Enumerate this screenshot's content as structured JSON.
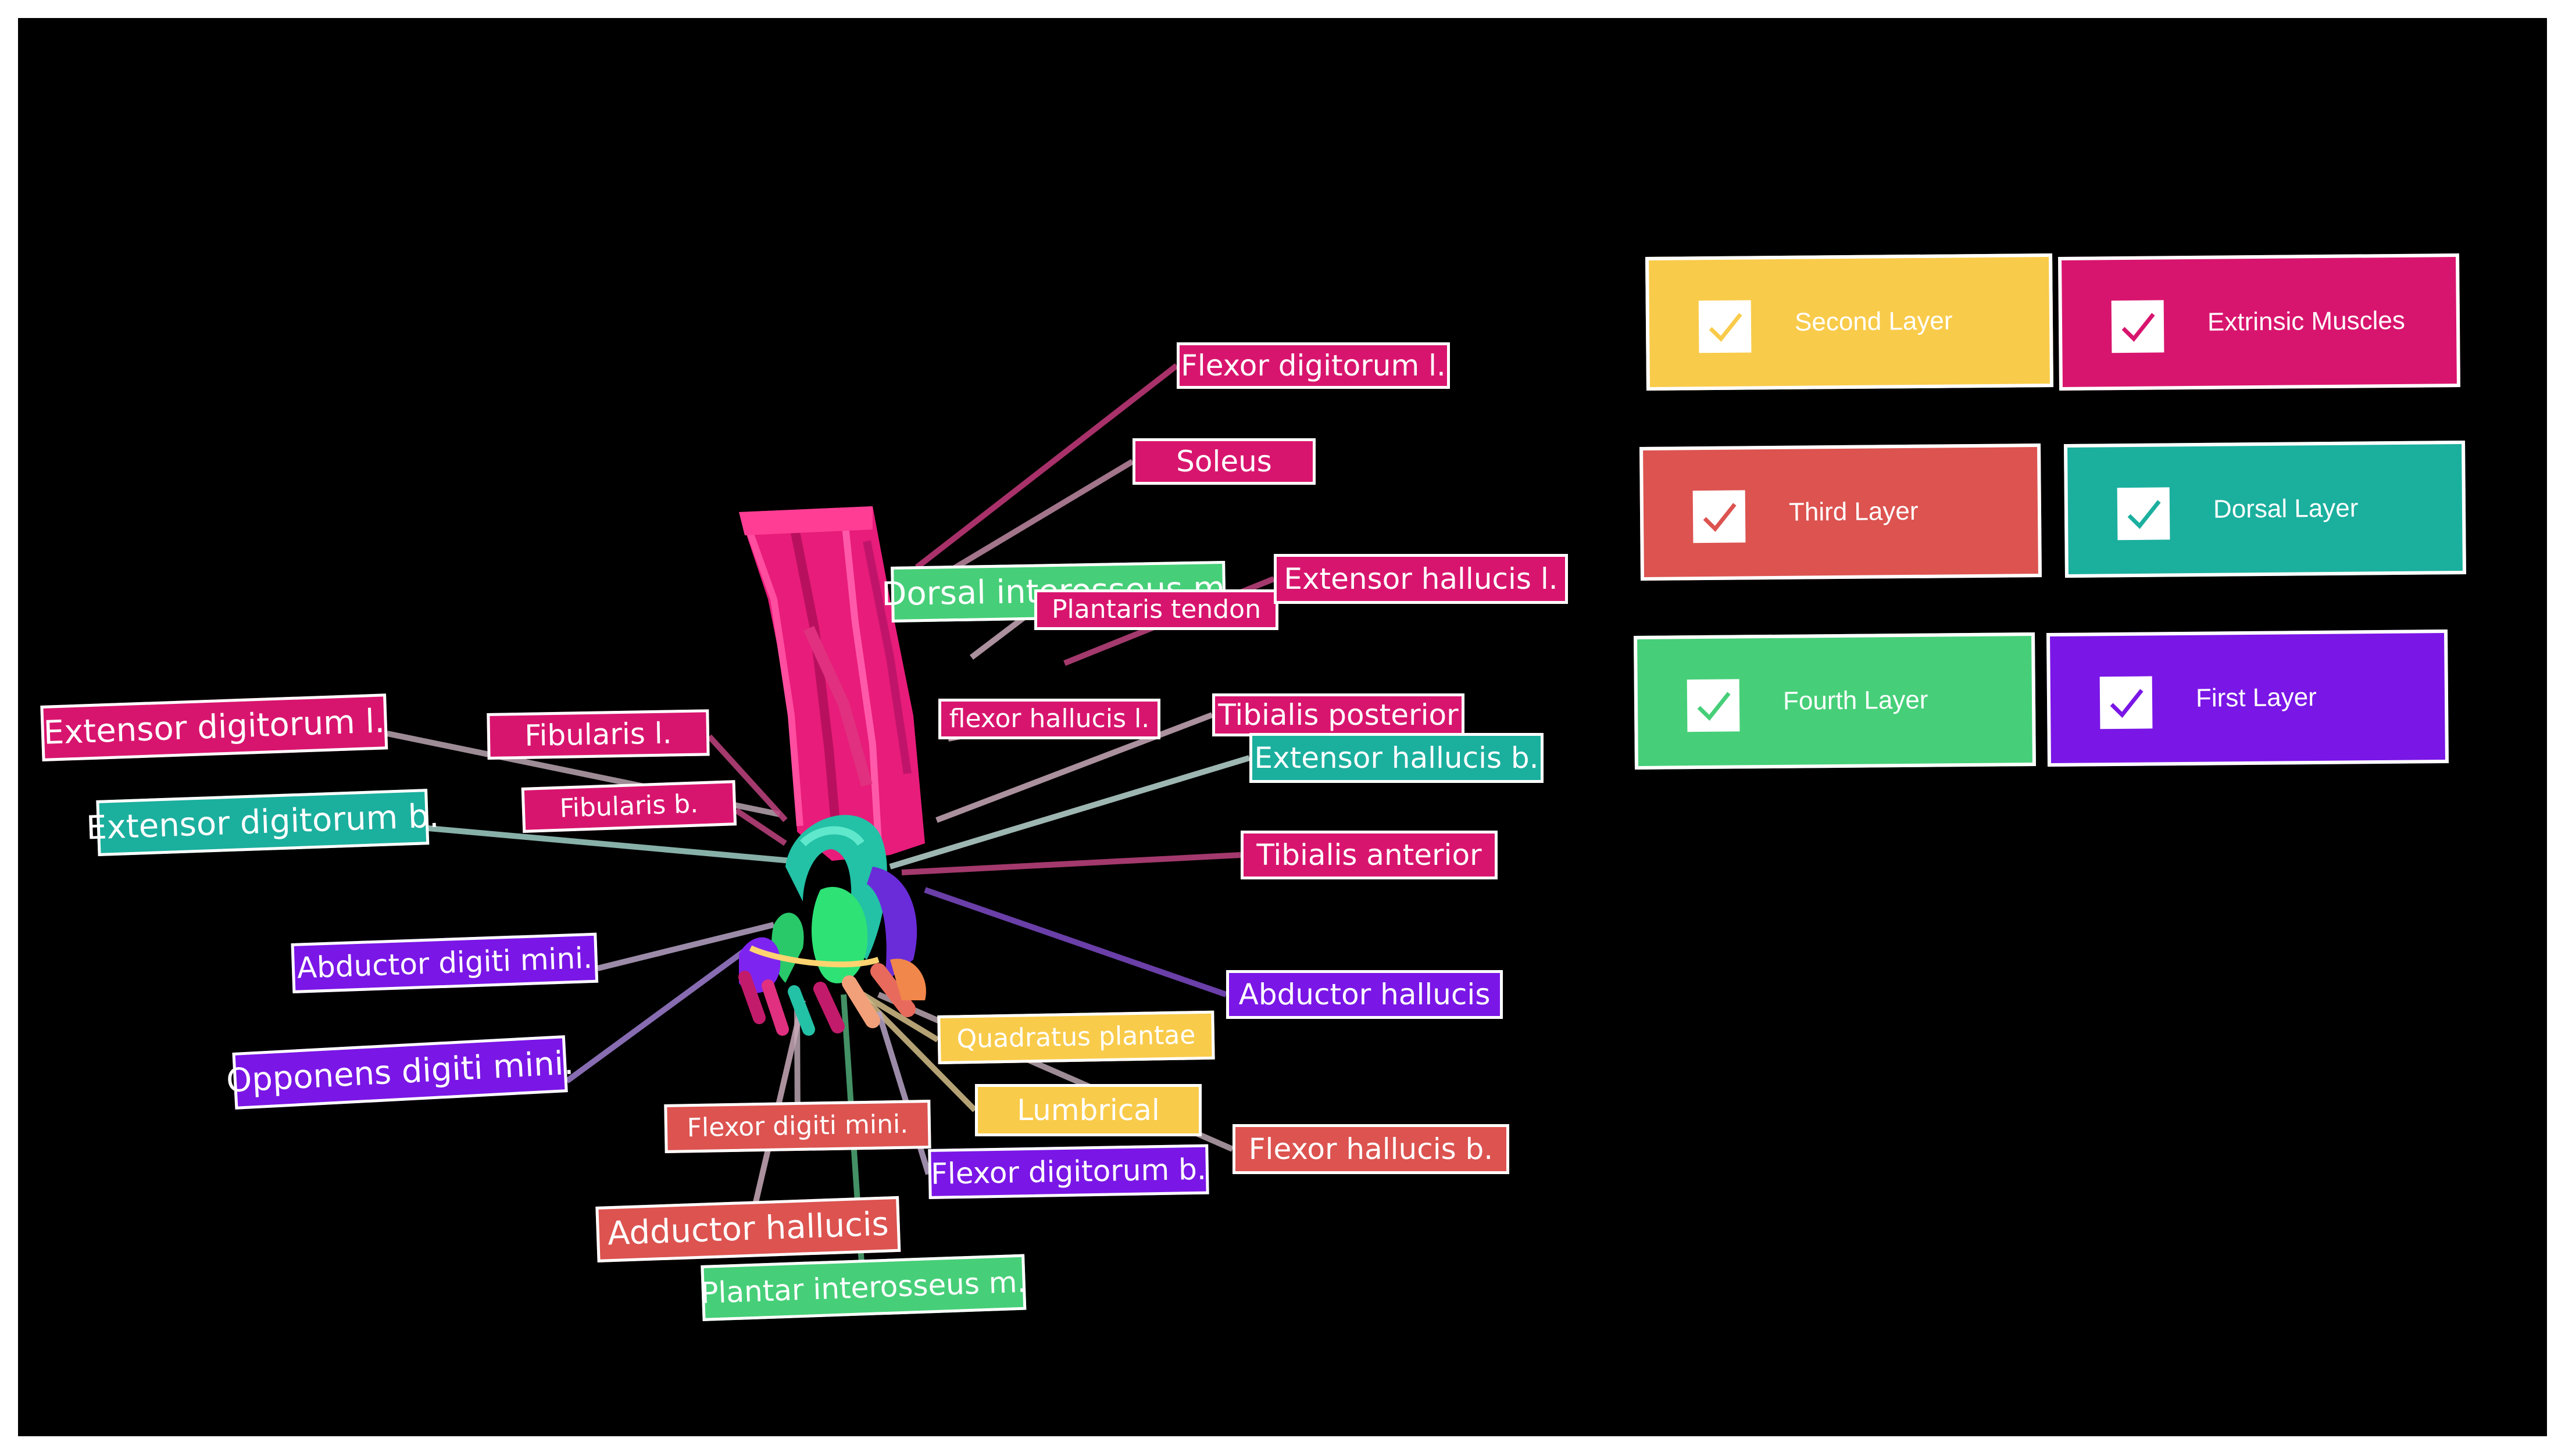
{
  "layers": [
    {
      "id": "second",
      "label": "Second Layer",
      "checked": true,
      "color": "#F9CB4A"
    },
    {
      "id": "extrinsic",
      "label": "Extrinsic Muscles",
      "checked": true,
      "color": "#D8156E"
    },
    {
      "id": "third",
      "label": "Third Layer",
      "checked": true,
      "color": "#DC5350"
    },
    {
      "id": "dorsal",
      "label": "Dorsal Layer",
      "checked": true,
      "color": "#1BAF9E"
    },
    {
      "id": "fourth",
      "label": "Fourth Layer",
      "checked": true,
      "color": "#46CF78"
    },
    {
      "id": "first",
      "label": "First Layer",
      "checked": true,
      "color": "#7A16E6"
    }
  ],
  "muscle_labels": [
    {
      "text": "Flexor digitorum l.",
      "layer": "extrinsic"
    },
    {
      "text": "Soleus",
      "layer": "extrinsic"
    },
    {
      "text": "Dorsal interosseus m.",
      "layer": "fourth"
    },
    {
      "text": "Plantaris tendon",
      "layer": "extrinsic"
    },
    {
      "text": "Extensor hallucis l.",
      "layer": "extrinsic"
    },
    {
      "text": "flexor hallucis l.",
      "layer": "extrinsic"
    },
    {
      "text": "Tibialis posterior",
      "layer": "extrinsic"
    },
    {
      "text": "Extensor hallucis b.",
      "layer": "dorsal"
    },
    {
      "text": "Extensor digitorum l.",
      "layer": "extrinsic"
    },
    {
      "text": "Fibularis l.",
      "layer": "extrinsic"
    },
    {
      "text": "Fibularis b.",
      "layer": "extrinsic"
    },
    {
      "text": "Extensor digitorum b.",
      "layer": "dorsal"
    },
    {
      "text": "Tibialis anterior",
      "layer": "extrinsic"
    },
    {
      "text": "Abductor digiti mini.",
      "layer": "first"
    },
    {
      "text": "Abductor hallucis",
      "layer": "first"
    },
    {
      "text": "Quadratus plantae",
      "layer": "second"
    },
    {
      "text": "Opponens digiti mini.",
      "layer": "first"
    },
    {
      "text": "Lumbrical",
      "layer": "second"
    },
    {
      "text": "Flexor digiti mini.",
      "layer": "third"
    },
    {
      "text": "Flexor hallucis b.",
      "layer": "third"
    },
    {
      "text": "Flexor digitorum b.",
      "layer": "first"
    },
    {
      "text": "Adductor hallucis",
      "layer": "third"
    },
    {
      "text": "Plantar interosseus m.",
      "layer": "fourth"
    }
  ]
}
